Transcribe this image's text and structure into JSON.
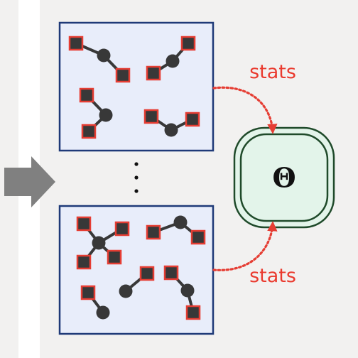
{
  "labels": {
    "stats_top": "stats",
    "stats_bottom": "stats",
    "theta": "Θ"
  },
  "colors": {
    "background_panel": "#f2f1f0",
    "graph_box_fill": "#e8edfa",
    "graph_box_stroke": "#1f3a78",
    "node_fill": "#383838",
    "square_stroke": "#e53d33",
    "arrow_red": "#e53d33",
    "theta_stroke": "#1f4a2a",
    "theta_fill": "#e3f4ea",
    "input_arrow": "#808080"
  }
}
